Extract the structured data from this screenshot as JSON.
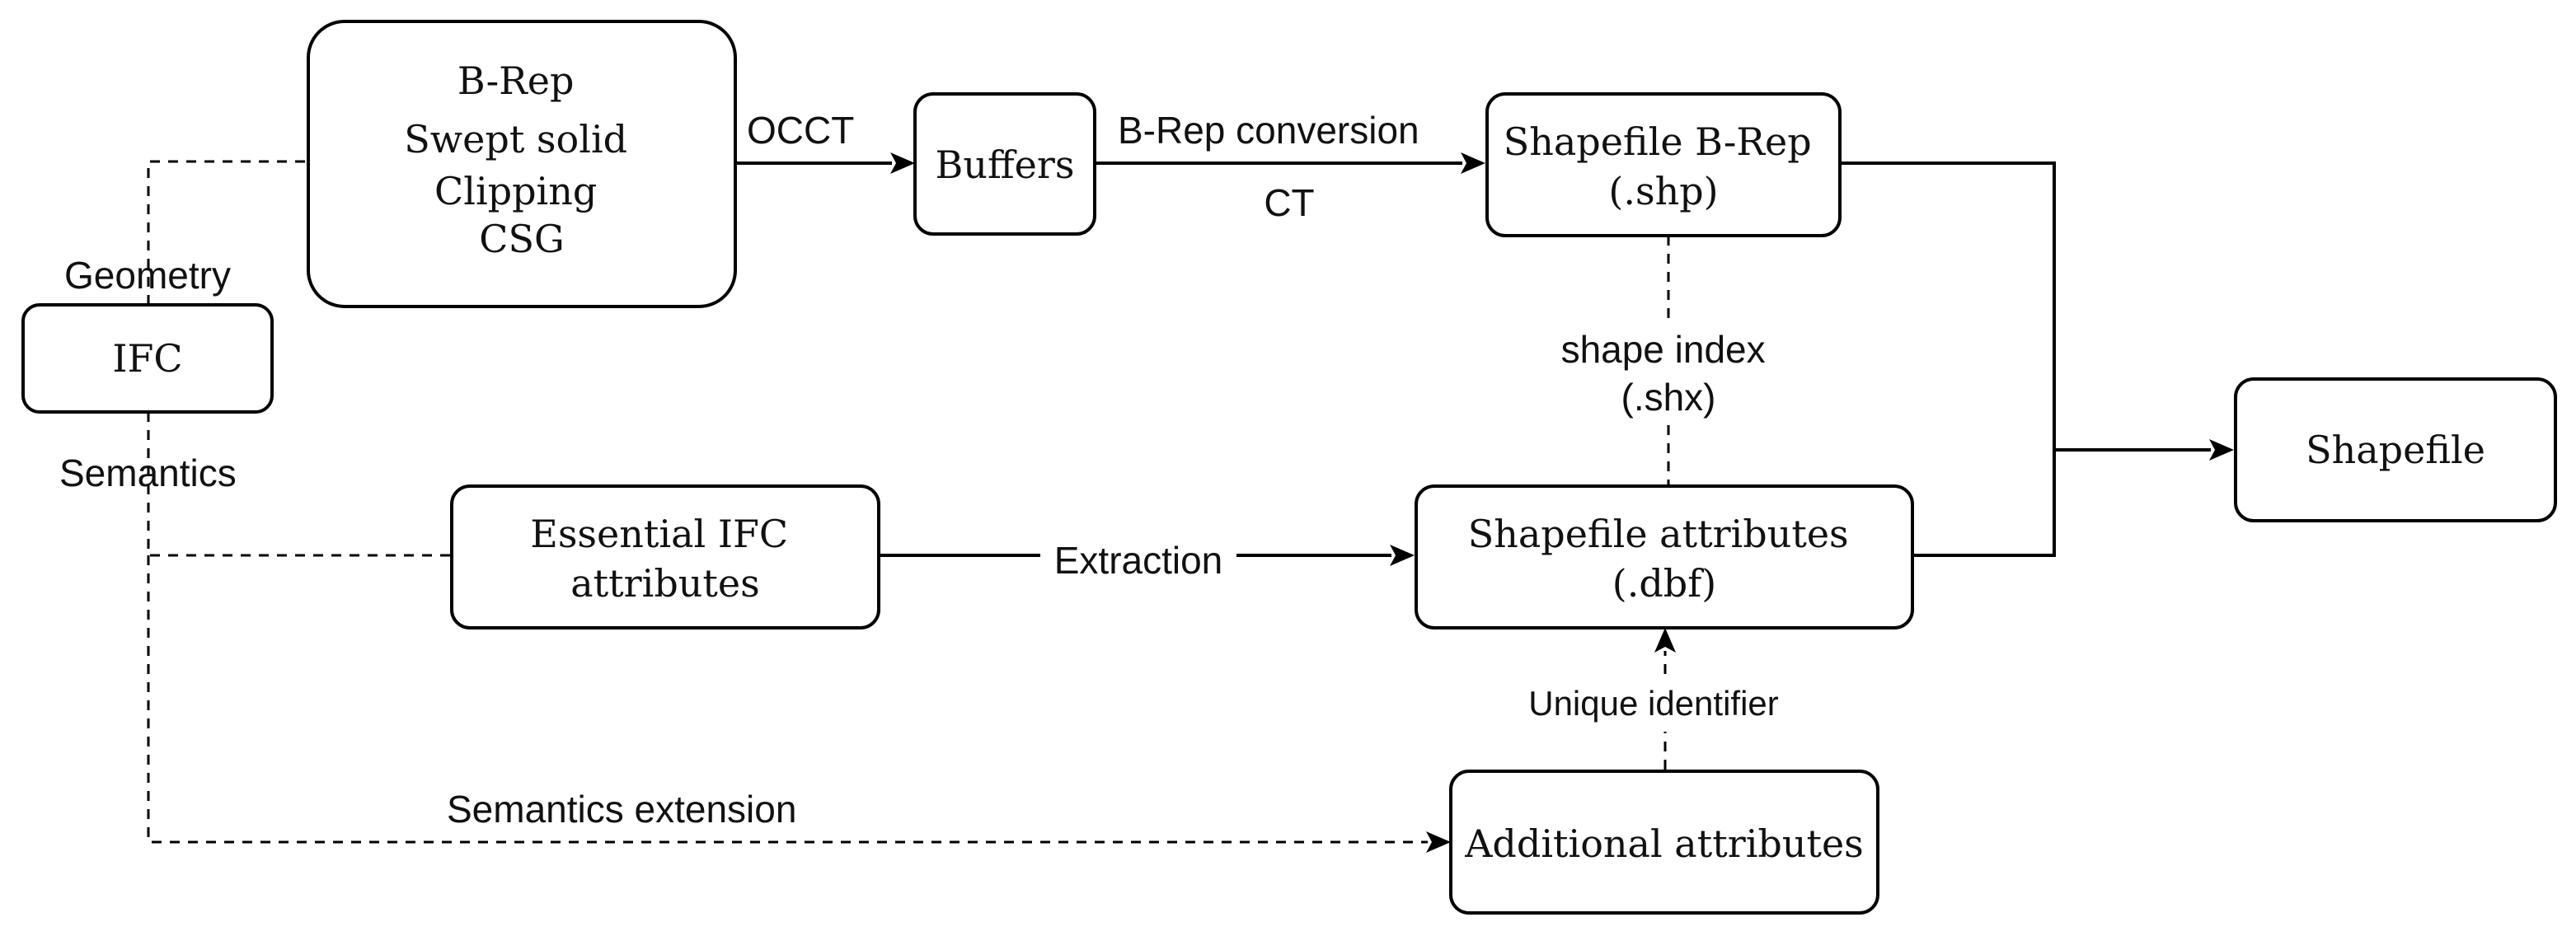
{
  "nodes": {
    "ifc": "IFC",
    "geometry_box": [
      "B-Rep",
      "Swept solid",
      "Clipping",
      "CSG"
    ],
    "buffers": "Buffers",
    "shp": [
      "Shapefile B-Rep",
      "(.shp)"
    ],
    "essential": [
      "Essential IFC",
      "attributes"
    ],
    "dbf": [
      "Shapefile attributes",
      "(.dbf)"
    ],
    "additional": "Additional attributes",
    "shapefile": "Shapefile"
  },
  "edges": {
    "geometry": "Geometry",
    "semantics": "Semantics",
    "occt": "OCCT",
    "brep_conversion": "B-Rep conversion",
    "ct": "CT",
    "shape_index": [
      "shape index",
      "(.shx)"
    ],
    "extraction": "Extraction",
    "unique_identifier": "Unique identifier",
    "semantics_extension": "Semantics extension"
  }
}
